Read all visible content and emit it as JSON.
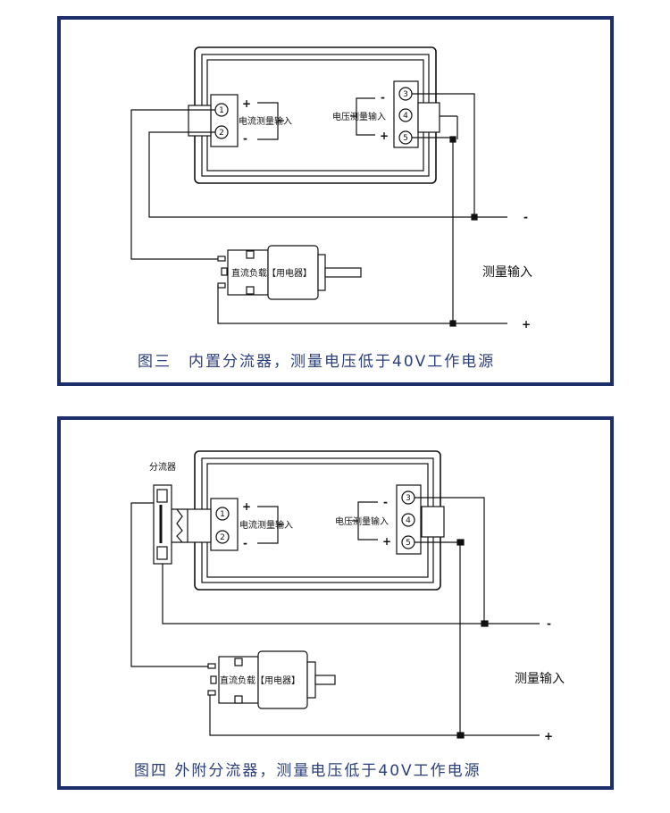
{
  "figure3": {
    "caption": "图三　内置分流器，测量电压低于40V工作电源",
    "current_input_label": "电流测量输入",
    "voltage_input_label": "电压测量输入",
    "measure_input_label": "测量输入",
    "load_label": "直流负载【用电器】",
    "plus": "+",
    "minus": "-",
    "terminals": [
      "1",
      "2",
      "3",
      "4",
      "5"
    ]
  },
  "figure4": {
    "caption": "图四 外附分流器，测量电压低于40V工作电源",
    "shunt_label": "分流器",
    "current_input_label": "电流测量输入",
    "voltage_input_label": "电压测量输入",
    "measure_input_label": "测量输入",
    "load_label": "直流负载【用电器】",
    "plus": "+",
    "minus": "-",
    "terminals": [
      "1",
      "2",
      "3",
      "4",
      "5"
    ]
  },
  "colors": {
    "frame": "#1d2f6b",
    "caption": "#2b3f7a",
    "line": "#111111"
  }
}
